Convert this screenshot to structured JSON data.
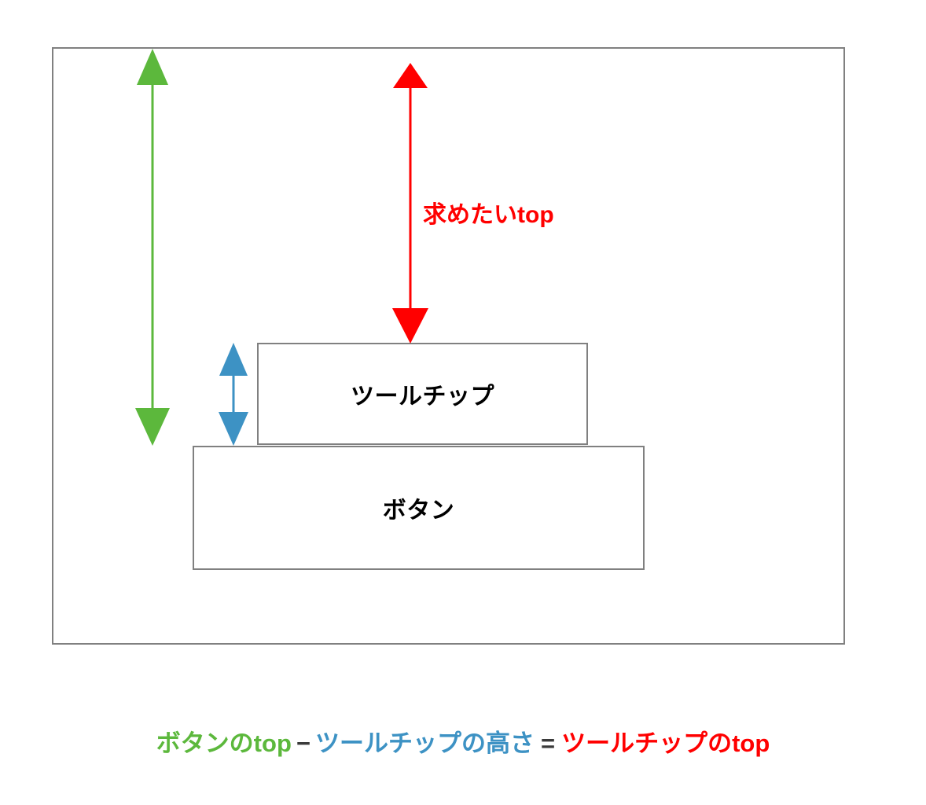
{
  "diagram": {
    "title_text": "",
    "frame": {
      "border_color": "#808080"
    },
    "boxes": [
      {
        "name": "tooltip",
        "label": "ツールチップ",
        "border_color": "#808080",
        "text_color": "#000000"
      },
      {
        "name": "button",
        "label": "ボタン",
        "border_color": "#808080",
        "text_color": "#000000"
      }
    ],
    "arrows": [
      {
        "name": "button-top-measure",
        "color": "#5CB83C",
        "label": "",
        "direction": "double",
        "meaning": "ボタンのtop"
      },
      {
        "name": "tooltip-top-measure",
        "color": "#FF0000",
        "label": "求めたいtop",
        "direction": "double",
        "meaning": "ツールチップのtop"
      },
      {
        "name": "tooltip-height-measure",
        "color": "#3D92C4",
        "label": "",
        "direction": "double",
        "meaning": "ツールチップの高さ"
      }
    ],
    "red_label": "求めたいtop"
  },
  "caption": {
    "term_green": "ボタンのtop",
    "operator_minus": "−",
    "term_blue": "ツールチップの高さ",
    "operator_equals": "=",
    "term_red": "ツールチップのtop",
    "colors": {
      "green": "#5CB83C",
      "blue": "#3D92C4",
      "red": "#FF0000",
      "operator": "#3A3A3A"
    }
  }
}
